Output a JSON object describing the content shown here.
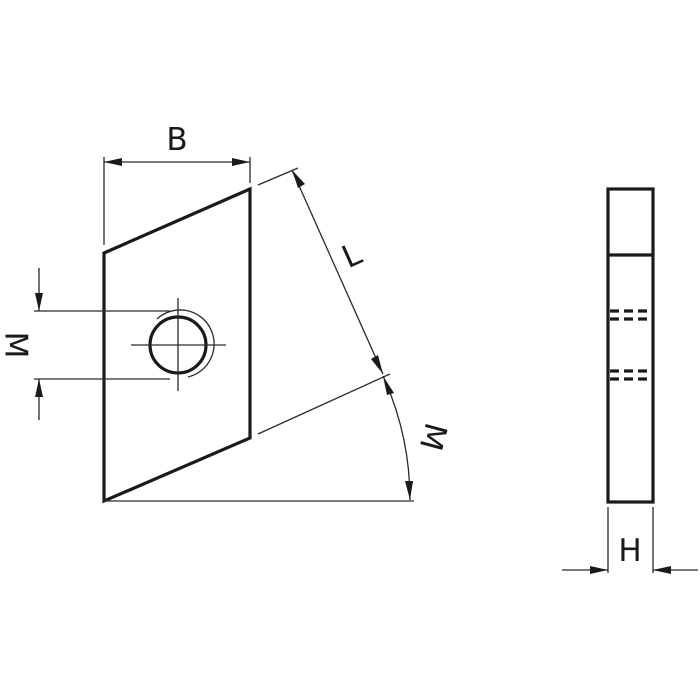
{
  "dimensions": {
    "B": "B",
    "L": "L",
    "M_left": "M",
    "M_arc": "M",
    "H": "H"
  },
  "colors": {
    "line": "#1a1a1a",
    "background": "#ffffff"
  }
}
